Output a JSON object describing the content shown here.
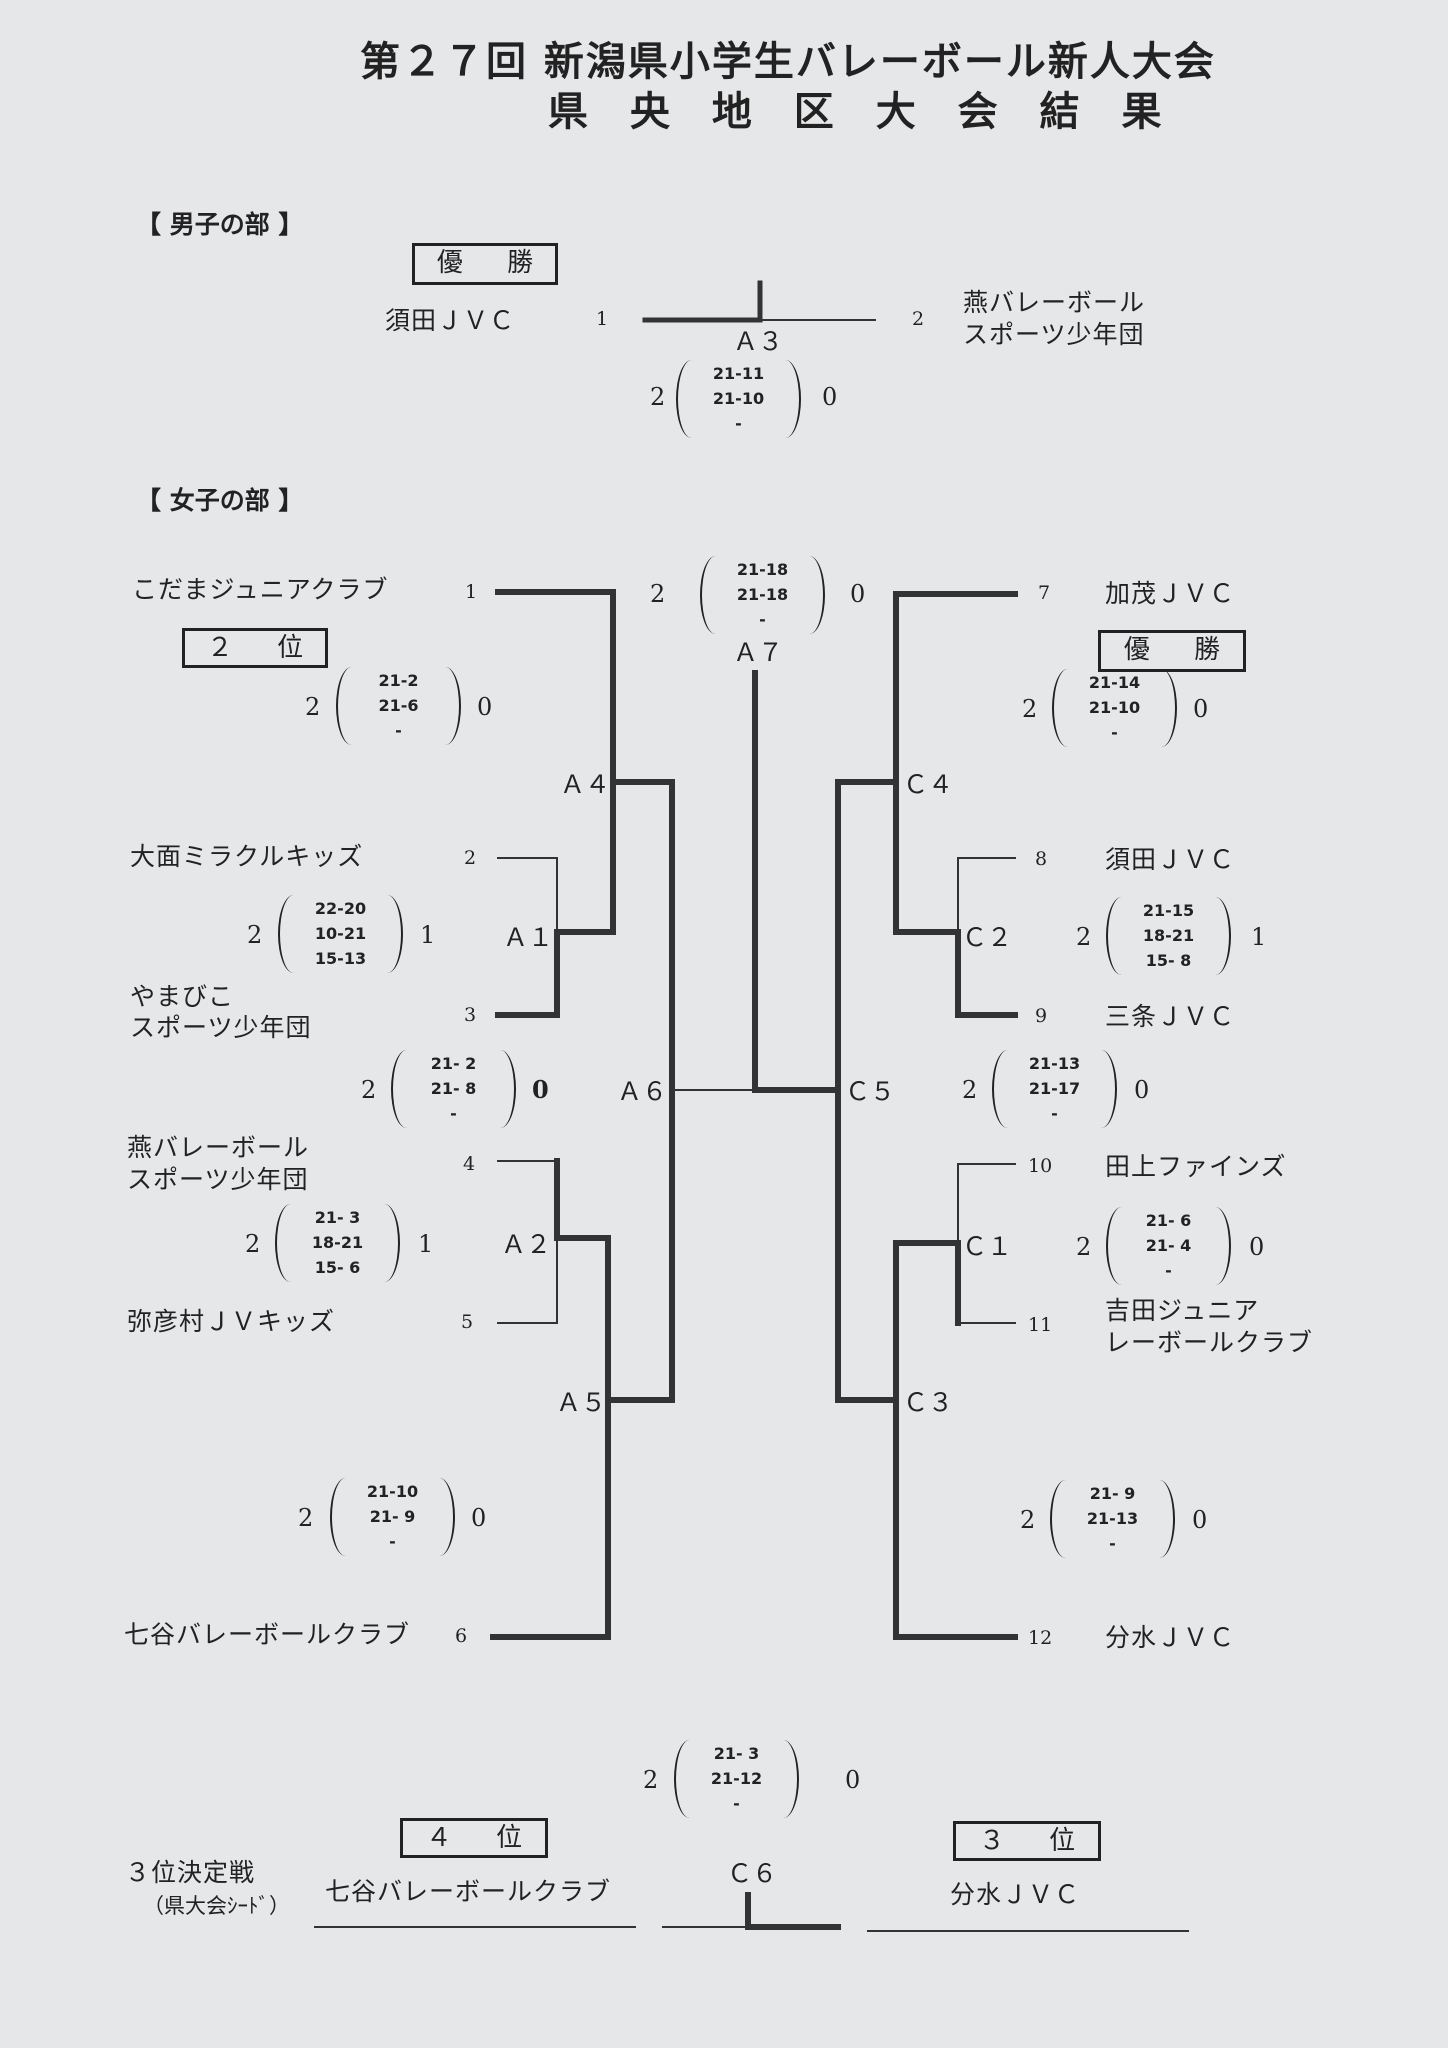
{
  "header": {
    "title_line1": "第２７回 新潟県小学生バレーボール新人大会",
    "title_line2": "県 央 地 区 大 会 結 果"
  },
  "boys": {
    "section_label": "【 男子の部 】",
    "badge": "優 勝",
    "team_left": "須田ＪＶＣ",
    "seed_left": "1",
    "team_right_line1": "燕バレーボール",
    "team_right_line2": "スポーツ少年団",
    "seed_right": "2",
    "match_label": "Ａ３",
    "final": {
      "left_sets": "2",
      "right_sets": "0",
      "games": [
        "21-11",
        "21-10",
        "-"
      ]
    }
  },
  "girls": {
    "section_label": "【 女子の部 】",
    "badge_runner_up": "２ 位",
    "badge_champion": "優 勝",
    "teams": {
      "t1": "こだまジュニアクラブ",
      "t2": "大面ミラクルキッズ",
      "t3_line1": "やまびこ",
      "t3_line2": "スポーツ少年団",
      "t4_line1": "燕バレーボール",
      "t4_line2": "スポーツ少年団",
      "t5": "弥彦村ＪＶキッズ",
      "t6": "七谷バレーボールクラブ",
      "t7": "加茂ＪＶＣ",
      "t8": "須田ＪＶＣ",
      "t9": "三条ＪＶＣ",
      "t10": "田上ファインズ",
      "t11_line1": "吉田ジュニア",
      "t11_line2": "レーボールクラブ",
      "t12": "分水ＪＶＣ"
    },
    "seeds": {
      "s1": "1",
      "s2": "2",
      "s3": "3",
      "s4": "4",
      "s5": "5",
      "s6": "6",
      "s7": "7",
      "s8": "8",
      "s9": "9",
      "s10": "10",
      "s11": "11",
      "s12": "12"
    },
    "nodes": {
      "a1": "Ａ１",
      "a2": "Ａ２",
      "a4": "Ａ４",
      "a5": "Ａ５",
      "a6": "Ａ６",
      "a7": "Ａ７",
      "c1": "Ｃ１",
      "c2": "Ｃ２",
      "c3": "Ｃ３",
      "c4": "Ｃ４",
      "c5": "Ｃ５",
      "c6": "Ｃ６"
    },
    "scores": {
      "a7": {
        "left": "2",
        "right": "0",
        "games": [
          "21-18",
          "21-18",
          "-"
        ]
      },
      "a4": {
        "left": "2",
        "right": "0",
        "games": [
          "21-2",
          "21-6",
          "-"
        ]
      },
      "c4": {
        "left": "2",
        "right": "0",
        "games": [
          "21-14",
          "21-10",
          "-"
        ]
      },
      "a1": {
        "left": "2",
        "right": "1",
        "games": [
          "22-20",
          "10-21",
          "15-13"
        ]
      },
      "c2": {
        "left": "2",
        "right": "1",
        "games": [
          "21-15",
          "18-21",
          "15- 8"
        ]
      },
      "a6": {
        "left": "2",
        "right": "0",
        "games": [
          "21- 2",
          "21- 8",
          "-"
        ]
      },
      "c5": {
        "left": "2",
        "right": "0",
        "games": [
          "21-13",
          "21-17",
          "-"
        ]
      },
      "a2": {
        "left": "2",
        "right": "1",
        "games": [
          "21- 3",
          "18-21",
          "15- 6"
        ]
      },
      "c1": {
        "left": "2",
        "right": "0",
        "games": [
          "21- 6",
          "21- 4",
          "-"
        ]
      },
      "a5": {
        "left": "2",
        "right": "0",
        "games": [
          "21-10",
          "21- 9",
          "-"
        ]
      },
      "c3": {
        "left": "2",
        "right": "0",
        "games": [
          "21- 9",
          "21-13",
          "-"
        ]
      },
      "c6": {
        "left": "2",
        "right": "0",
        "games": [
          "21- 3",
          "21-12",
          "-"
        ]
      }
    }
  },
  "third_place": {
    "label": "３位決定戦",
    "sublabel": "（県大会ｼｰﾄﾞ）",
    "badge_fourth": "４ 位",
    "badge_third": "３ 位",
    "team_left": "七谷バレーボールクラブ",
    "team_right": "分水ＪＶＣ"
  },
  "colors": {
    "paper": "#e6e7e9",
    "ink": "#222222"
  }
}
